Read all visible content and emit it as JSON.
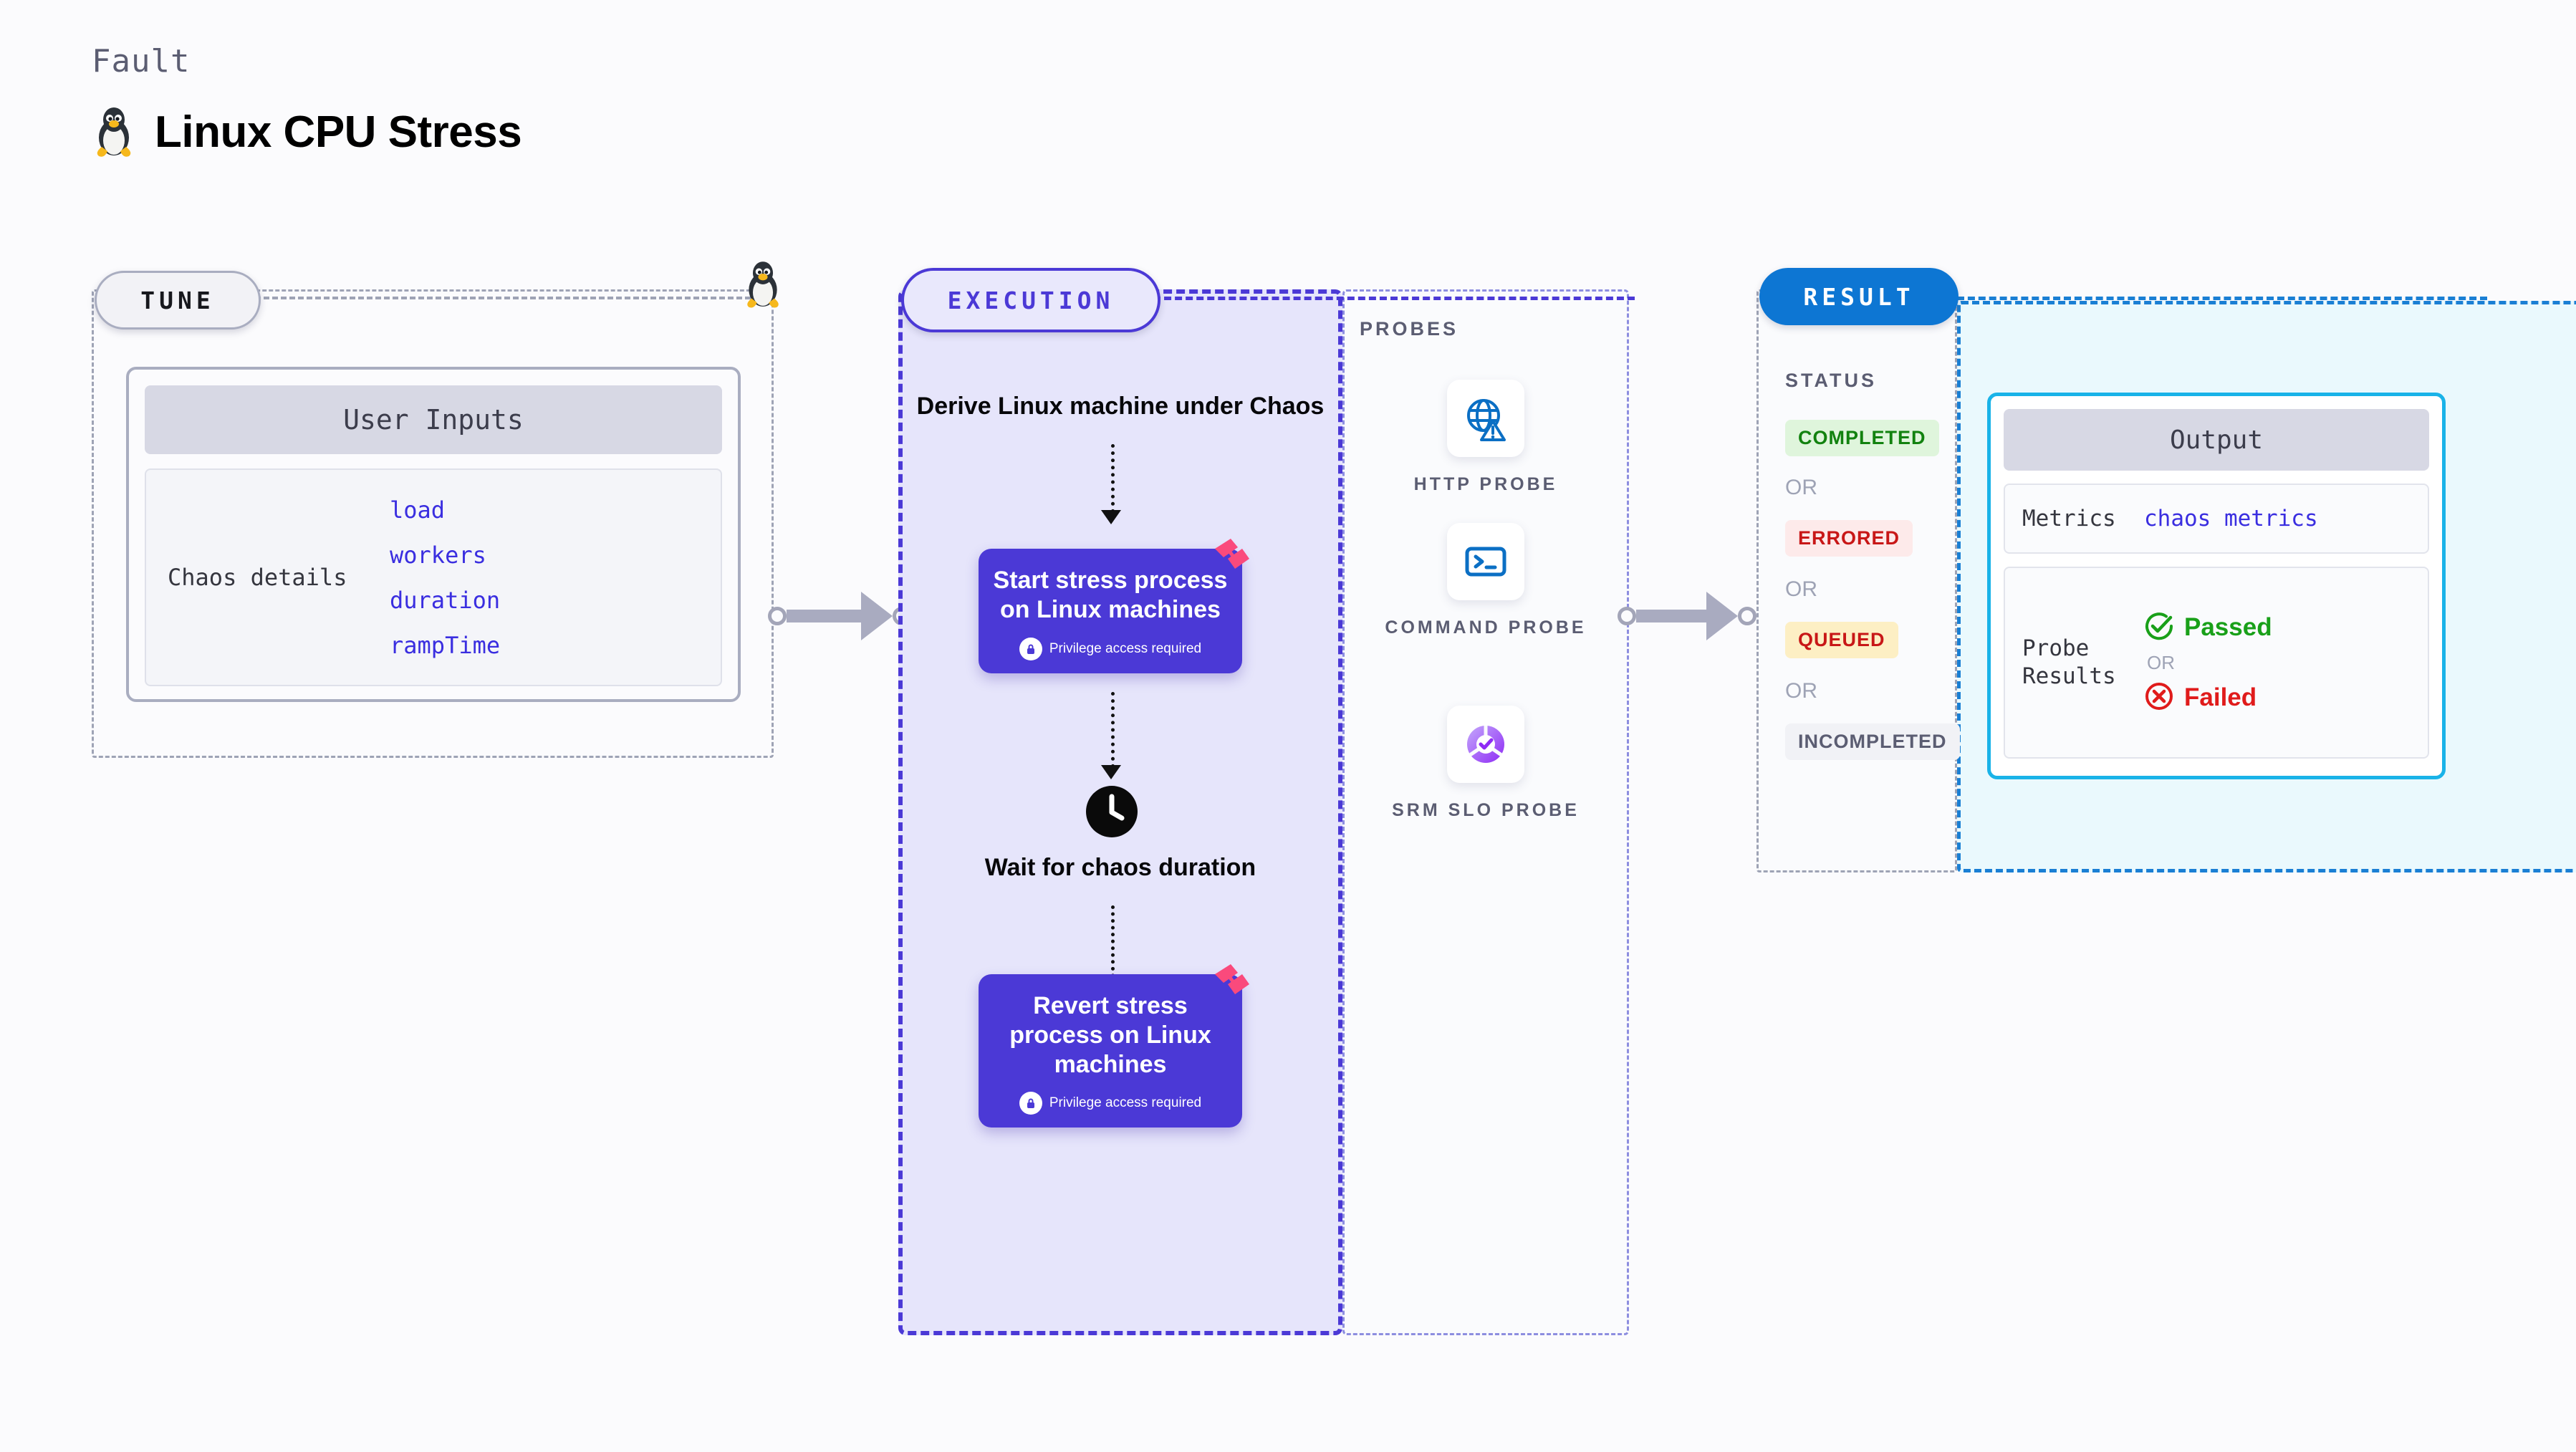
{
  "header": {
    "kicker": "Fault",
    "title": "Linux CPU Stress",
    "icon": "tux-penguin-icon"
  },
  "tune": {
    "badge": "TUNE",
    "card_header": "User Inputs",
    "details_label": "Chaos details",
    "params": [
      "load",
      "workers",
      "duration",
      "rampTime"
    ],
    "corner_icon": "tux-penguin-icon"
  },
  "execution": {
    "badge": "EXECUTION",
    "derive_text": "Derive Linux machine under Chaos",
    "wait_text": "Wait for chaos duration",
    "wait_icon": "clock-icon",
    "steps": [
      {
        "title": "Start stress process on Linux machines",
        "privilege": "Privilege access required",
        "privilege_icon": "lock-icon",
        "corner_icon": "harness-badge-icon"
      },
      {
        "title": "Revert stress process on Linux machines",
        "privilege": "Privilege access required",
        "privilege_icon": "lock-icon",
        "corner_icon": "harness-badge-icon"
      }
    ]
  },
  "probes": {
    "label": "PROBES",
    "items": [
      {
        "name": "HTTP PROBE",
        "icon": "globe-warning-icon"
      },
      {
        "name": "COMMAND PROBE",
        "icon": "terminal-icon"
      },
      {
        "name": "SRM SLO PROBE",
        "icon": "slo-donut-check-icon"
      }
    ]
  },
  "result": {
    "badge": "RESULT",
    "status_label": "STATUS",
    "or_label": "OR",
    "statuses": [
      "COMPLETED",
      "ERRORED",
      "QUEUED",
      "INCOMPLETED"
    ]
  },
  "output": {
    "header": "Output",
    "metrics_label": "Metrics",
    "metrics_value": "chaos metrics",
    "probe_results_label": "Probe Results",
    "passed_label": "Passed",
    "failed_label": "Failed",
    "or_label": "OR",
    "passed_icon": "check-circle-icon",
    "failed_icon": "x-circle-icon"
  },
  "colors": {
    "purple": "#4b39d6",
    "blue": "#0d76d3",
    "cyan": "#19b3e8",
    "green": "#12820f",
    "red": "#c81717",
    "gray": "#9ea3b5"
  }
}
